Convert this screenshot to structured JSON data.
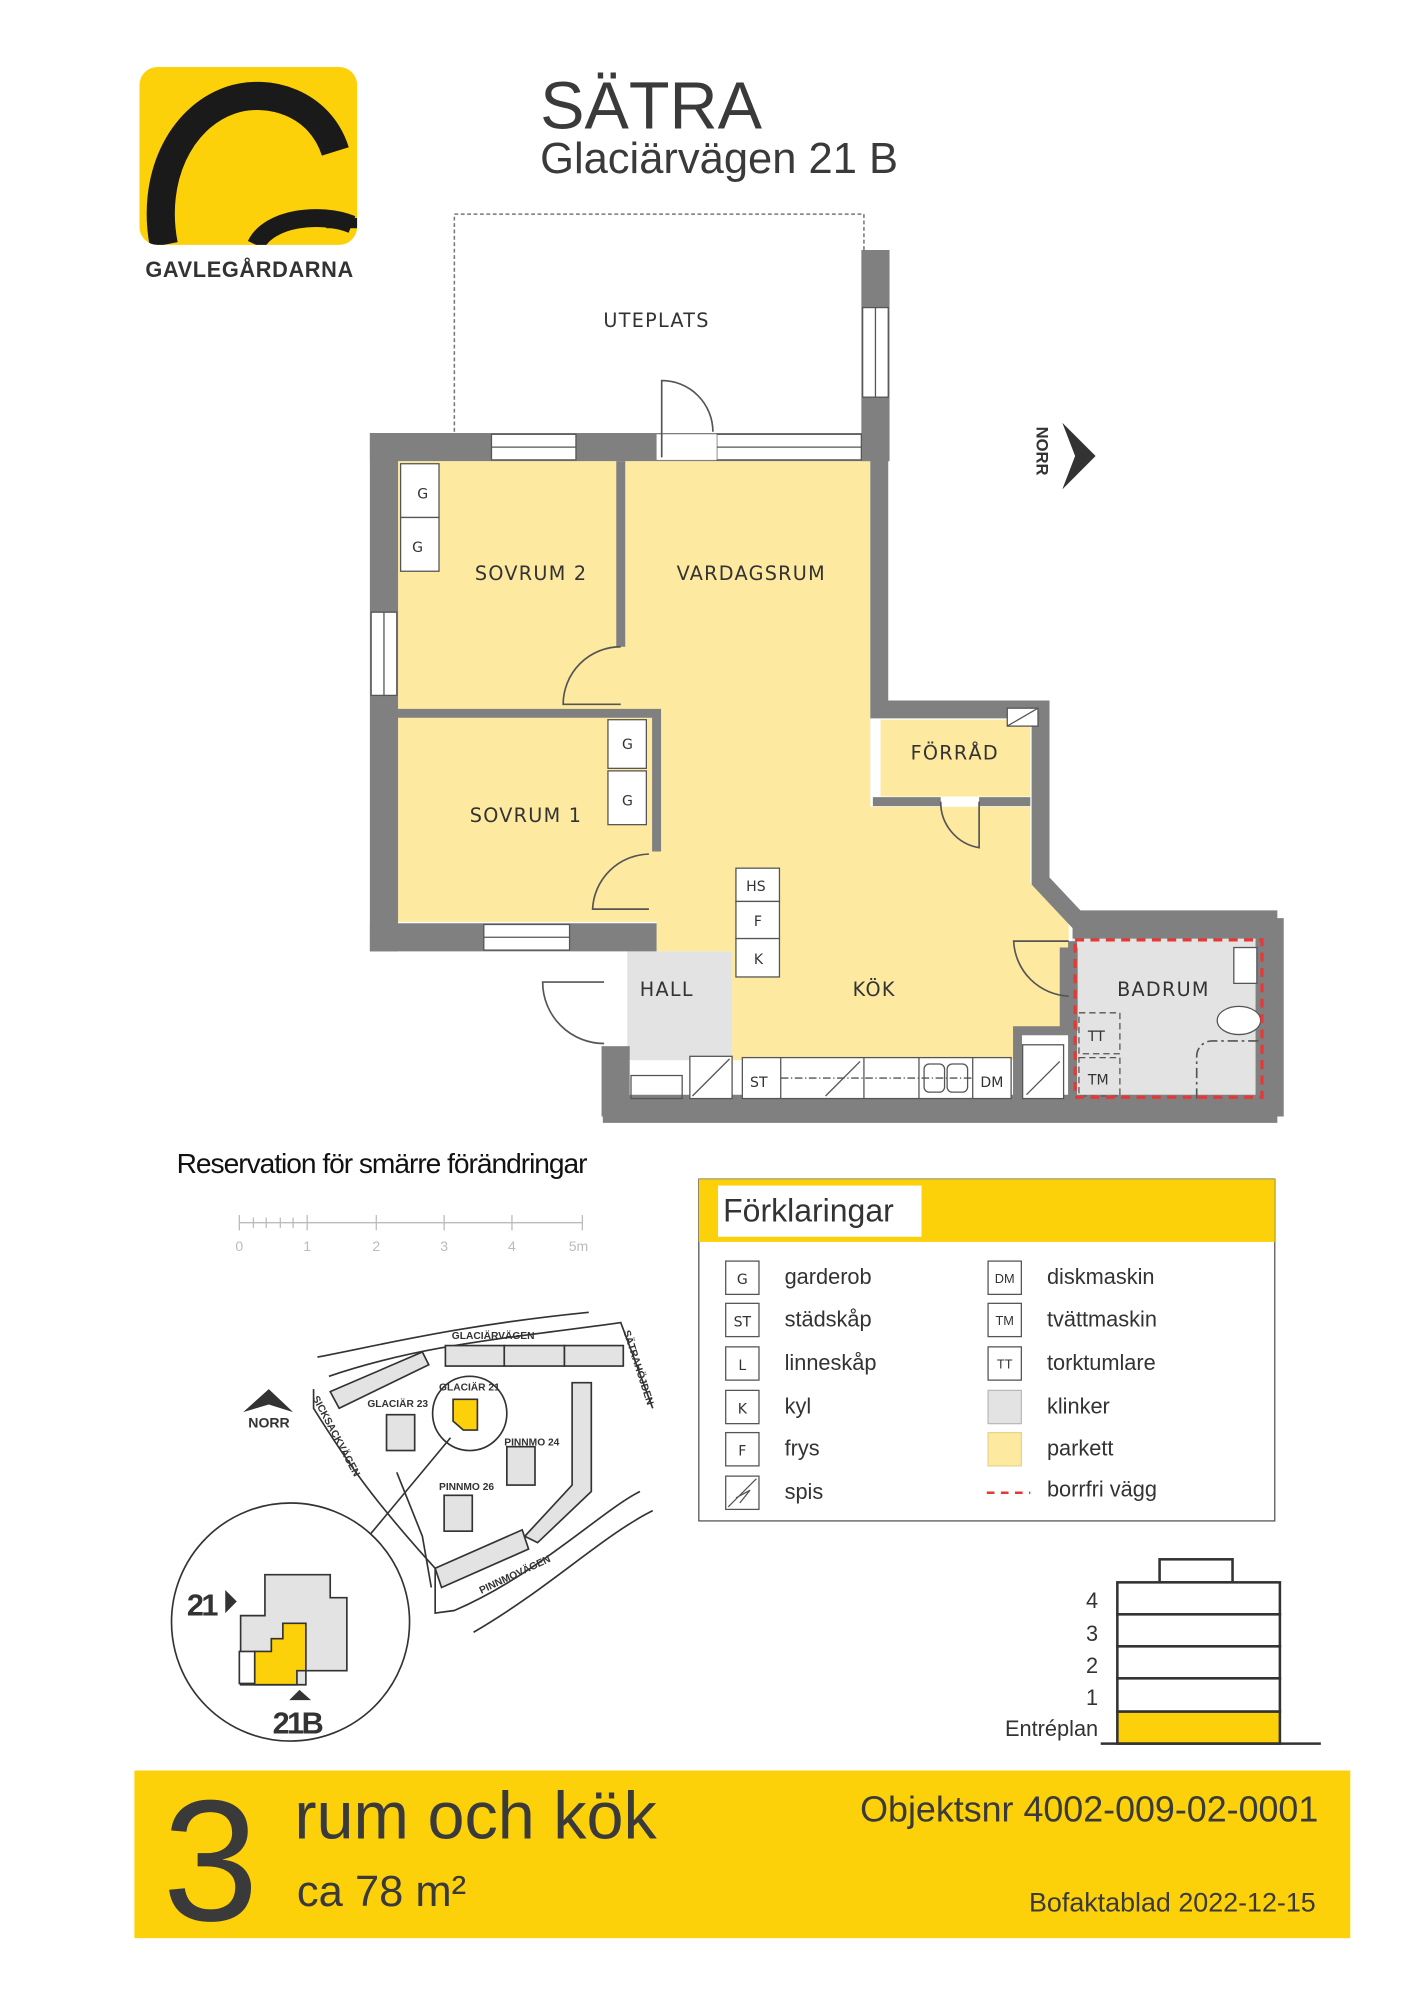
{
  "header": {
    "brand": "GAVLEGÅRDARNA",
    "area": "SÄTRA",
    "address": "Glaciärvägen 21 B"
  },
  "plan": {
    "rooms": {
      "uteplats": "UTEPLATS",
      "sovrum2": "SOVRUM  2",
      "vardagsrum": "VARDAGSRUM",
      "forrad": "FÖRRÅD",
      "sovrum1": "SOVRUM 1",
      "hall": "HALL",
      "kok": "KÖK",
      "badrum": "BADRUM"
    },
    "fixtures": {
      "g": "G",
      "hs": "HS",
      "f": "F",
      "k": "K",
      "st": "ST",
      "dm": "DM",
      "tt": "TT",
      "tm": "TM"
    },
    "north": "NORR"
  },
  "reservation": "Reservation för smärre förändringar",
  "scale": {
    "labels": [
      "0",
      "1",
      "2",
      "3",
      "4",
      "5m"
    ]
  },
  "legend": {
    "title": "Förklaringar",
    "items": [
      {
        "code": "G",
        "label": "garderob"
      },
      {
        "code": "ST",
        "label": "städskåp"
      },
      {
        "code": "L",
        "label": "linneskåp"
      },
      {
        "code": "K",
        "label": "kyl"
      },
      {
        "code": "F",
        "label": "frys"
      },
      {
        "code": "",
        "icon": "stove-icon",
        "label": "spis"
      },
      {
        "code": "DM",
        "label": "diskmaskin"
      },
      {
        "code": "TM",
        "label": "tvättmaskin"
      },
      {
        "code": "TT",
        "label": "torktumlare"
      },
      {
        "code": "",
        "swatch": "#e3e3e3",
        "label": "klinker"
      },
      {
        "code": "",
        "swatch": "#fde9a0",
        "label": "parkett"
      },
      {
        "code": "",
        "line": "#e53935",
        "label": "borrfri vägg"
      }
    ]
  },
  "sitemap": {
    "north": "NORR",
    "roads": [
      "GLACIÄRVÄGEN",
      "SÄTRAHÖJDEN",
      "SICKSACKVÄGEN",
      "PINNMOVÄGEN"
    ],
    "buildings": [
      "GLACIÄR 21",
      "GLACIÄR 23",
      "PINNMO 24",
      "PINNMO 26"
    ],
    "inset": {
      "entrance_21": "21",
      "entrance_21b": "21B"
    }
  },
  "floors": {
    "levels": [
      "4",
      "3",
      "2",
      "1",
      "Entréplan"
    ],
    "current": "Entréplan"
  },
  "banner": {
    "rooms_count": "3",
    "rooms_label": "rum och kök",
    "size": "ca 78 m²",
    "object_no": "Objektsnr 4002-009-02-0001",
    "fact_sheet": "Bofaktablad 2022-12-15"
  },
  "colors": {
    "yellow": "#fdd10a",
    "parkett": "#fde9a0",
    "klinker": "#e3e3e3",
    "wall": "#808080",
    "borrfri": "#e53935",
    "text": "#3a3a3a"
  }
}
